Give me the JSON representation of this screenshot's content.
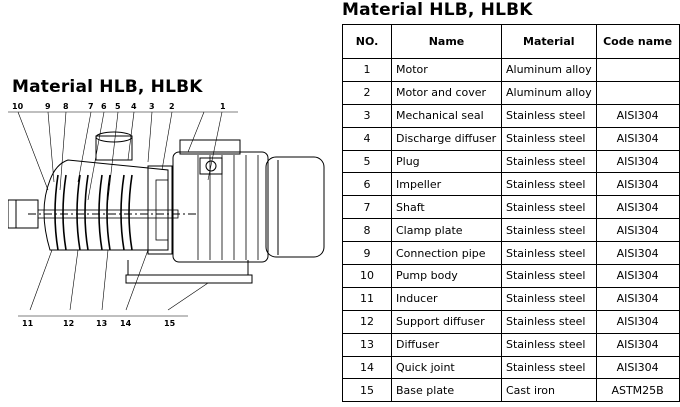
{
  "left_title": "Material HLB, HLBK",
  "right_title": "Material HLB, HLBK",
  "drawing_labels": [
    "1",
    "2",
    "3",
    "4",
    "5",
    "6",
    "7",
    "8",
    "9",
    "10",
    "11",
    "12",
    "13",
    "14",
    "15"
  ],
  "table": {
    "headers": {
      "no": "NO.",
      "name": "Name",
      "material": "Material",
      "code": "Code name"
    },
    "rows": [
      {
        "no": "1",
        "name": "Motor",
        "material": "Aluminum alloy",
        "code": ""
      },
      {
        "no": "2",
        "name": "Motor and cover",
        "material": "Aluminum alloy",
        "code": ""
      },
      {
        "no": "3",
        "name": "Mechanical seal",
        "material": "Stainless steel",
        "code": "AISI304"
      },
      {
        "no": "4",
        "name": "Discharge diffuser",
        "material": "Stainless steel",
        "code": "AISI304"
      },
      {
        "no": "5",
        "name": "Plug",
        "material": "Stainless steel",
        "code": "AISI304"
      },
      {
        "no": "6",
        "name": "Impeller",
        "material": "Stainless steel",
        "code": "AISI304"
      },
      {
        "no": "7",
        "name": "Shaft",
        "material": "Stainless steel",
        "code": "AISI304"
      },
      {
        "no": "8",
        "name": "Clamp plate",
        "material": "Stainless steel",
        "code": "AISI304"
      },
      {
        "no": "9",
        "name": "Connection pipe",
        "material": "Stainless steel",
        "code": "AISI304"
      },
      {
        "no": "10",
        "name": "Pump body",
        "material": "Stainless steel",
        "code": "AISI304"
      },
      {
        "no": "11",
        "name": "Inducer",
        "material": "Stainless steel",
        "code": "AISI304"
      },
      {
        "no": "12",
        "name": "Support diffuser",
        "material": "Stainless steel",
        "code": "AISI304"
      },
      {
        "no": "13",
        "name": "Diffuser",
        "material": "Stainless steel",
        "code": "AISI304"
      },
      {
        "no": "14",
        "name": "Quick joint",
        "material": "Stainless steel",
        "code": "AISI304"
      },
      {
        "no": "15",
        "name": "Base plate",
        "material": "Cast iron",
        "code": "ASTM25B"
      }
    ]
  }
}
